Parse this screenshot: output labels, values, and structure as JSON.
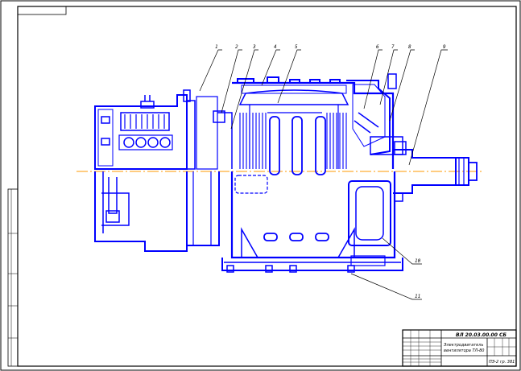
{
  "corner_stamp": "",
  "title_block": {
    "doc_code": "ВЛ 20.03.00.00 СБ",
    "title_line1": "Электродвигатель",
    "title_line2": "вентилятора ТЛ-80",
    "sheet_code": "ПЭ-2 гр. 381"
  },
  "callouts": [
    "1",
    "2",
    "3",
    "4",
    "5",
    "6",
    "7",
    "8",
    "9",
    "10",
    "11"
  ],
  "colors": {
    "outline": "#0000ff",
    "axis": "#ff9900",
    "frame": "#000000",
    "hatch": "#0000ff"
  }
}
